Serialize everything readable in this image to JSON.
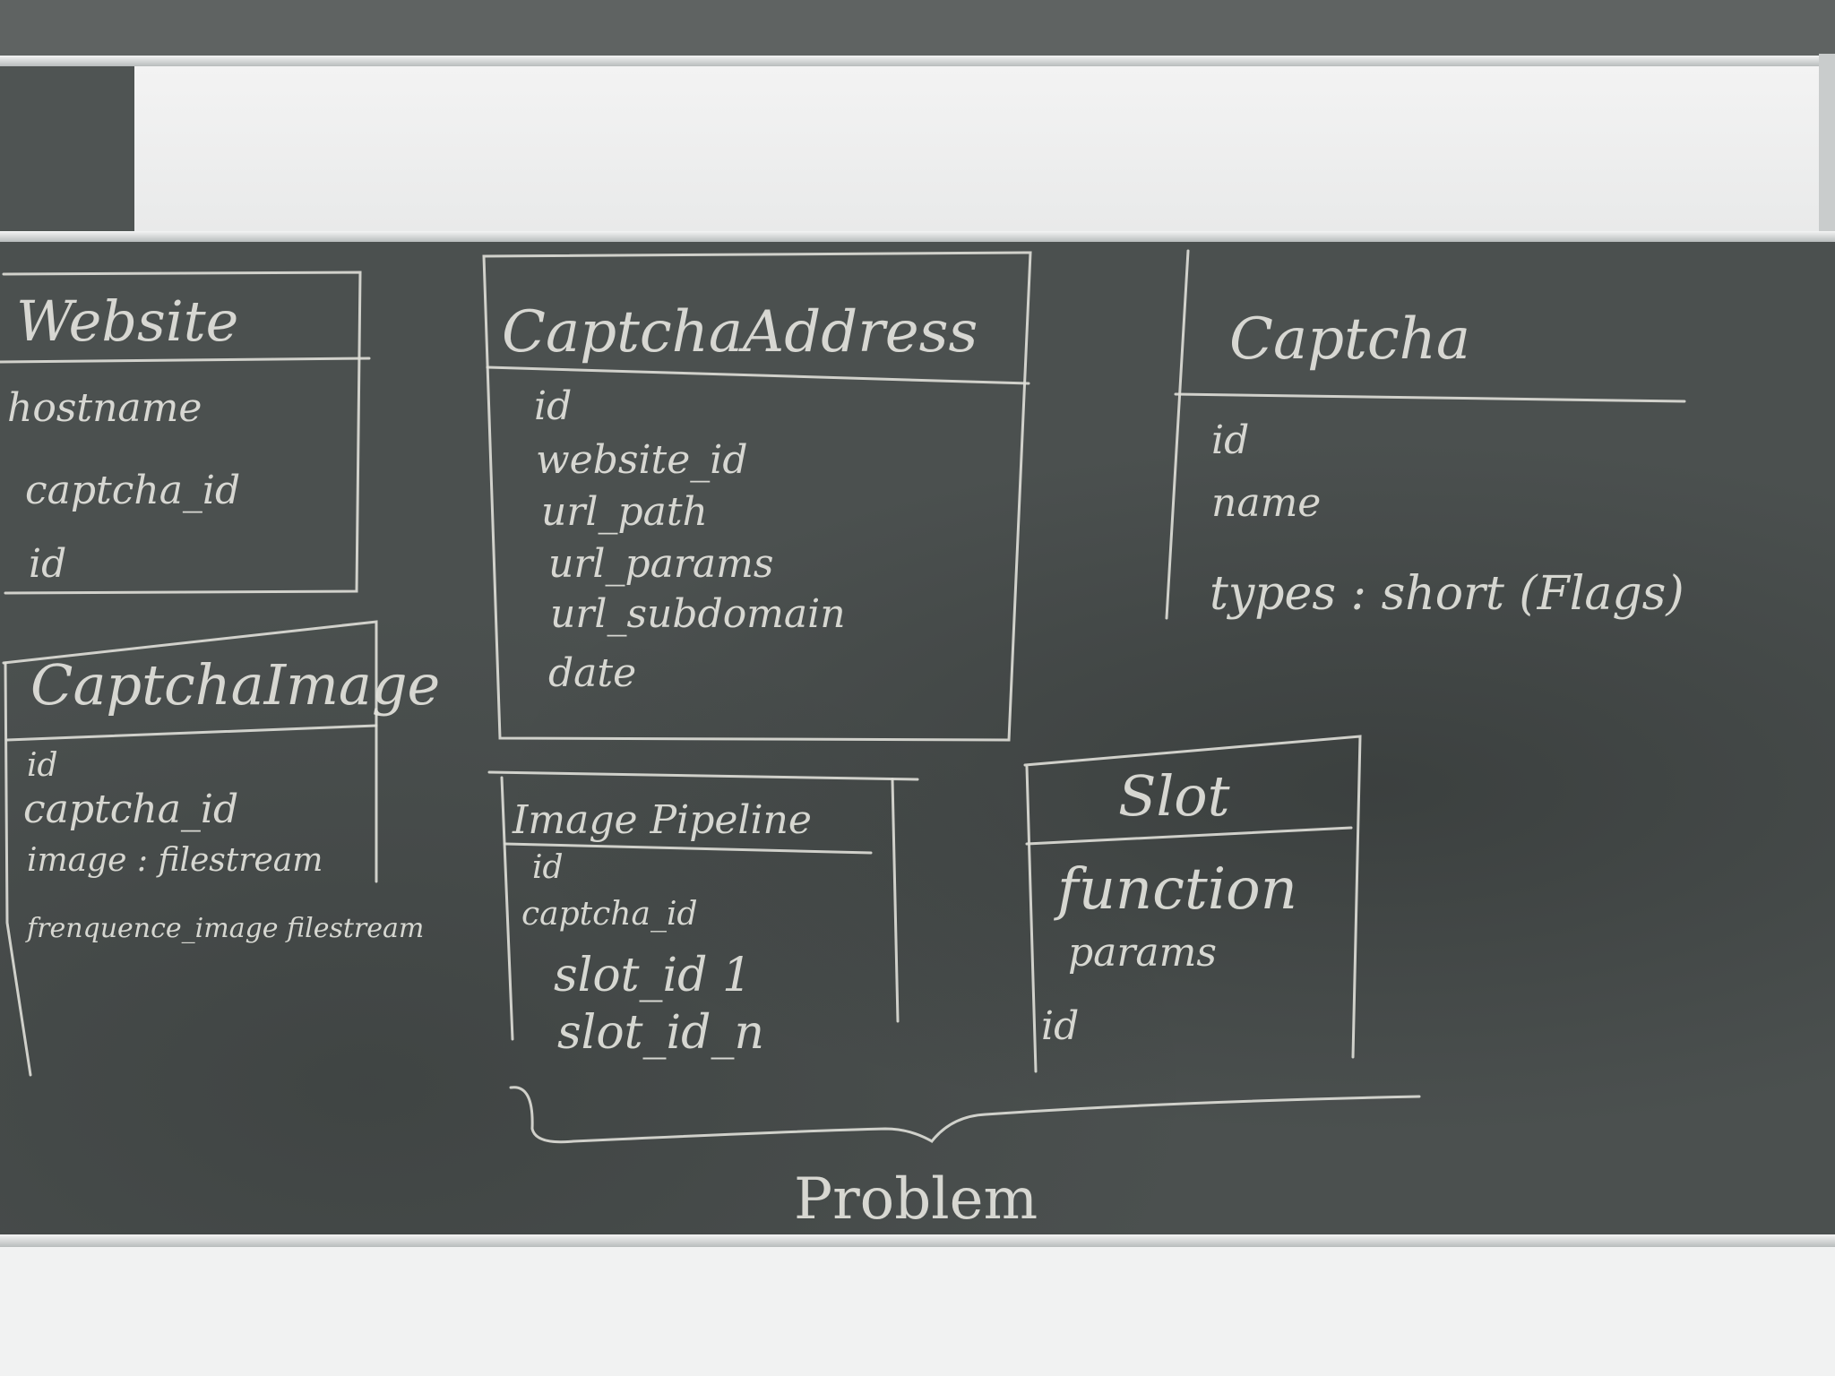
{
  "entities": {
    "website": {
      "title": "Website",
      "attributes": [
        "hostname",
        "captcha_id",
        "id"
      ]
    },
    "captcha_address": {
      "title": "CaptchaAddress",
      "attributes": [
        "id",
        "website_id",
        "url_path",
        "url_params",
        "url_subdomain",
        "date"
      ]
    },
    "captcha": {
      "title": "Captcha",
      "attributes": [
        "id",
        "name",
        "types : short (Flags)"
      ]
    },
    "captcha_image": {
      "title": "CaptchaImage",
      "attributes": [
        "id",
        "captcha_id",
        "image : filestream",
        "frenquence_image filestream"
      ]
    },
    "image_pipeline": {
      "title": "Image Pipeline",
      "attributes": [
        "id",
        "captcha_id",
        "slot_id 1",
        "slot_id_n"
      ]
    },
    "slot": {
      "title": "Slot",
      "attributes": [
        "function",
        "params",
        "id"
      ]
    }
  },
  "brace_label": "Problem",
  "colors": {
    "chalk": "#e2e2dc",
    "board": "#4b504f",
    "wall": "#eeefef"
  }
}
